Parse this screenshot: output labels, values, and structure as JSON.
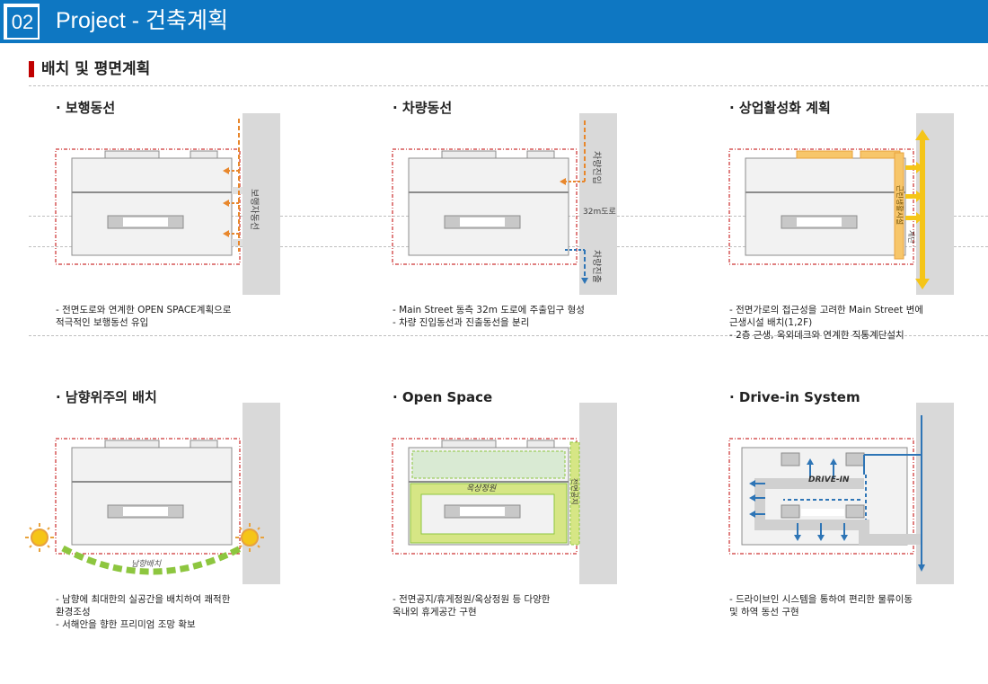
{
  "header": {
    "number": "02",
    "title": "Project - 건축계획"
  },
  "section": {
    "title": "배치 및 평면계획"
  },
  "panels": [
    {
      "title": "· 보행동선",
      "desc": [
        "- 전면도로와 연계한 OPEN SPACE계획으로",
        "  적극적인 보행동선 유입"
      ],
      "labels": {
        "side": "보행자동선"
      }
    },
    {
      "title": "· 차량동선",
      "desc": [
        "- Main Street 동측 32m 도로에 주출입구 형성",
        "- 차량 진입동선과 진출동선을 분리"
      ],
      "labels": {
        "entry": "차량진입",
        "road": "32m도로",
        "exit": "차량진출"
      }
    },
    {
      "title": "· 상업활성화 계획",
      "desc": [
        "- 전면가로의 접근성을 고려한 Main Street 변에",
        "  근생시설 배치(1,2F)",
        "- 2층 근생, 옥외데크와 연계한 직통계단설치"
      ],
      "labels": {
        "facility": "근린생활시설",
        "stair": "계단"
      }
    },
    {
      "title": "· 남향위주의 배치",
      "desc": [
        "- 남향에 최대한의 실공간을 배치하여 쾌적한",
        "  환경조성",
        "- 서해안을 향한 프리미엄 조망 확보"
      ],
      "labels": {
        "south": "남향배치"
      }
    },
    {
      "title": "· Open Space",
      "desc": [
        "- 전면공지/휴게정원/옥상정원 등 다양한",
        "  옥내외 휴게공간 구현"
      ],
      "labels": {
        "roof": "옥상정원",
        "front": "전면공지"
      }
    },
    {
      "title": "· Drive-in System",
      "desc": [
        "- 드라이브인 시스템을 통하여 편리한 물류이동",
        "  및 하역 동선 구현"
      ],
      "labels": {
        "drive": "DRIVE-IN"
      }
    }
  ],
  "colors": {
    "brand": "#0e77c2",
    "accent": "#c00000",
    "orange": "#e8872c",
    "yellow": "#f5c518",
    "green": "#8dc63f",
    "blue": "#2e75b6"
  }
}
